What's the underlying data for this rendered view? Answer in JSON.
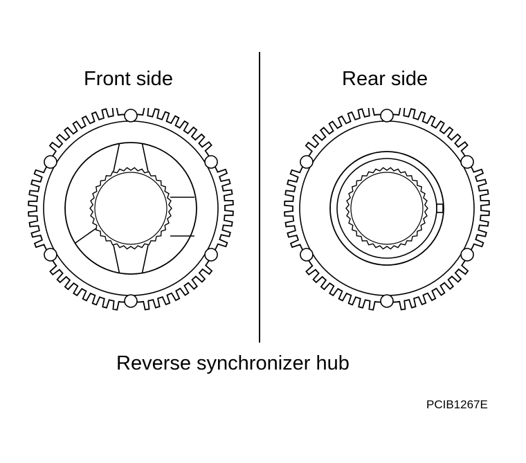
{
  "labels": {
    "front": "Front side",
    "rear": "Rear side",
    "caption": "Reverse synchronizer hub",
    "code": "PCIB1267E"
  },
  "colors": {
    "line": "#000000",
    "background": "#ffffff"
  }
}
